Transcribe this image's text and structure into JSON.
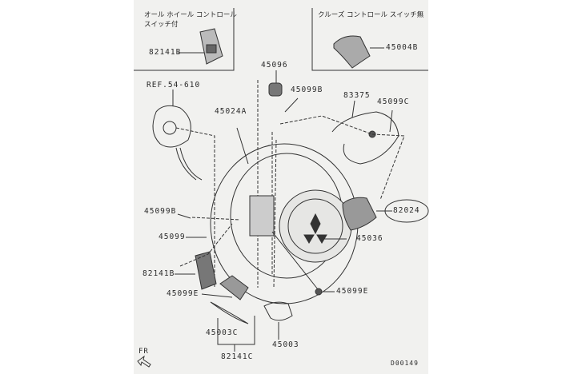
{
  "inset_left": {
    "caption_line1": "オール ホイール コントロール",
    "caption_line2": "スイッチ付",
    "part": "82141B"
  },
  "inset_right": {
    "caption": "クルーズ コントロール スイッチ無",
    "part": "45004B"
  },
  "parts": {
    "p45096": "45096",
    "ref": "REF.54-610",
    "p45099B_top": "45099B",
    "p83375": "83375",
    "p45099C": "45099C",
    "p45024A": "45024A",
    "p82024": "82024",
    "p45099B_left": "45099B",
    "p45099": "45099",
    "p45036": "45036",
    "p82141B": "82141B",
    "p45099E_left": "45099E",
    "p45099E_right": "45099E",
    "p45003C": "45003C",
    "p45003": "45003",
    "p82141C": "82141C"
  },
  "direction": "FR",
  "diagram_id": "D00149"
}
